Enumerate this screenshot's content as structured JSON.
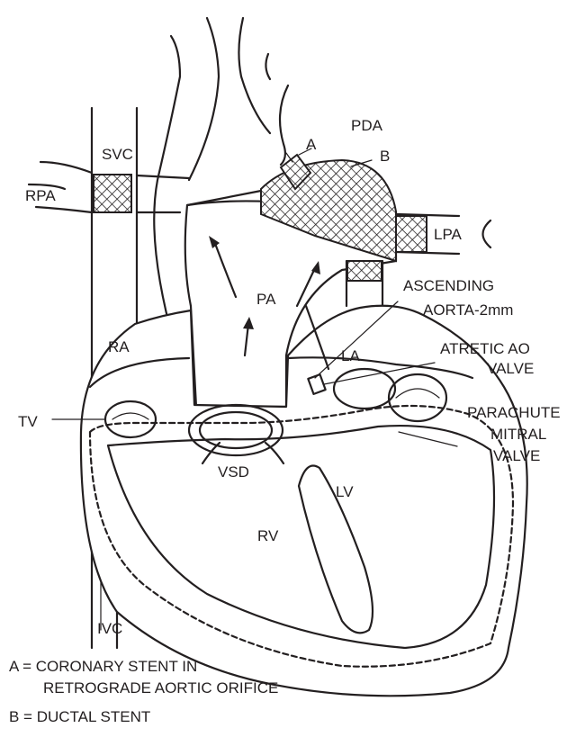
{
  "labels": {
    "pda": "PDA",
    "a": "A",
    "b": "B",
    "svc": "SVC",
    "rpa": "RPA",
    "lpa": "LPA",
    "pa": "PA",
    "ascending_1": "ASCENDING",
    "ascending_2": "AORTA-2mm",
    "ra": "RA",
    "la": "LA",
    "atretic_1": "ATRETIC AO",
    "atretic_2": "VALVE",
    "tv": "TV",
    "parachute_1": "PARACHUTE",
    "parachute_2": "MITRAL",
    "parachute_3": "VALVE",
    "vsd": "VSD",
    "lv": "LV",
    "rv": "RV",
    "ivc": "IVC"
  },
  "legend": {
    "a_line1": "A = CORONARY STENT IN",
    "a_line2": "RETROGRADE AORTIC ORIFICE",
    "b_line1": "B = DUCTAL STENT"
  },
  "colors": {
    "ink": "#231f20",
    "background": "#ffffff"
  }
}
